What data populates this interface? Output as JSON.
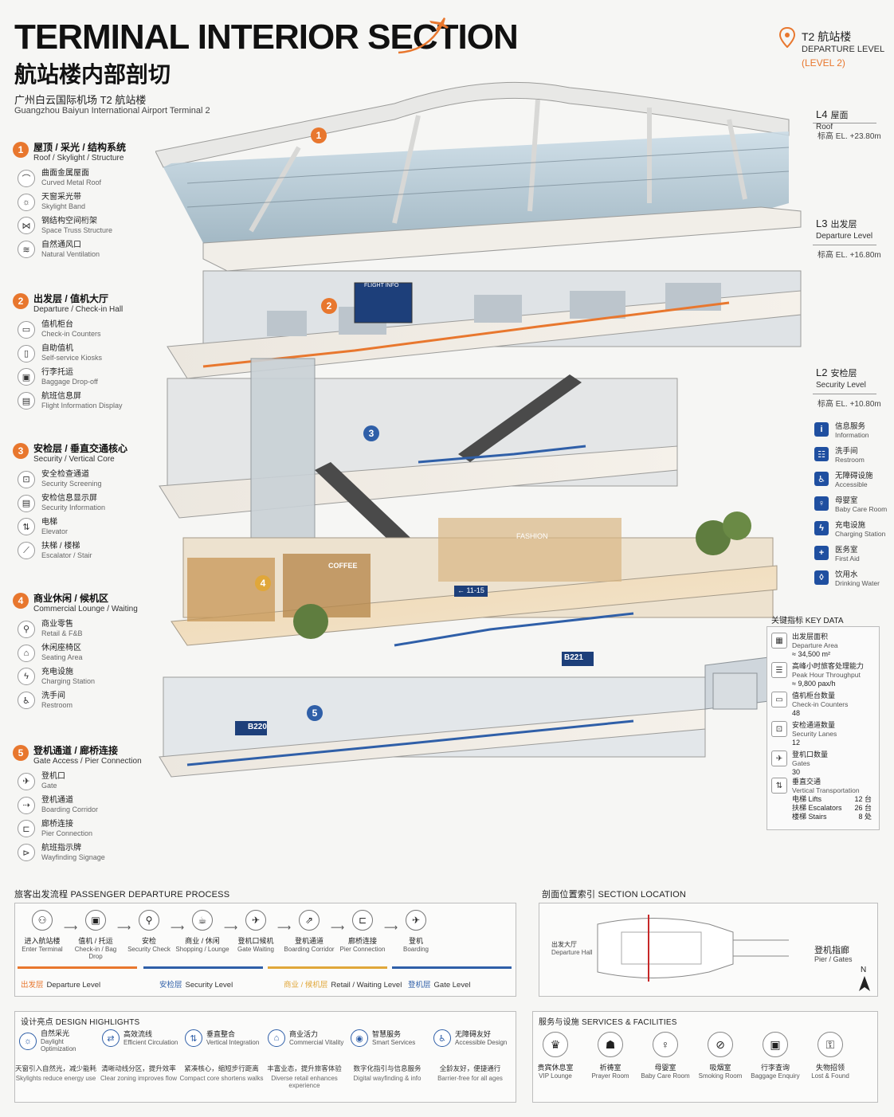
{
  "header": {
    "title": "TERMINAL INTERIOR SECTION",
    "title_cn": "航站楼内部剖切",
    "airport_cn": "广州白云国际机场 T2 航站楼",
    "airport_en": "Guangzhou Baiyun International Airport Terminal 2"
  },
  "top_right": {
    "terminal": "T2 航站楼",
    "level_name": "DEPARTURE LEVEL",
    "level_num": "(LEVEL 2)"
  },
  "categories": [
    {
      "num": "1",
      "title_cn": "屋顶 / 采光 / 结构系统",
      "title_en": "Roof / Skylight / Structure",
      "items": [
        {
          "cn": "曲面金属屋面",
          "en": "Curved Metal Roof",
          "icon": "⌒"
        },
        {
          "cn": "天窗采光带",
          "en": "Skylight Band",
          "icon": "☼"
        },
        {
          "cn": "钢结构空间桁架",
          "en": "Space Truss Structure",
          "icon": "⋈"
        },
        {
          "cn": "自然通风口",
          "en": "Natural Ventilation",
          "icon": "≋"
        }
      ]
    },
    {
      "num": "2",
      "title_cn": "出发层 / 值机大厅",
      "title_en": "Departure / Check-in Hall",
      "items": [
        {
          "cn": "值机柜台",
          "en": "Check-in Counters",
          "icon": "▭"
        },
        {
          "cn": "自助值机",
          "en": "Self-service Kiosks",
          "icon": "▯"
        },
        {
          "cn": "行李托运",
          "en": "Baggage Drop-off",
          "icon": "▣"
        },
        {
          "cn": "航班信息屏",
          "en": "Flight Information Display",
          "icon": "▤"
        }
      ]
    },
    {
      "num": "3",
      "title_cn": "安检层 / 垂直交通核心",
      "title_en": "Security / Vertical Core",
      "items": [
        {
          "cn": "安全检查通道",
          "en": "Security Screening",
          "icon": "⊡"
        },
        {
          "cn": "安检信息显示屏",
          "en": "Security Information",
          "icon": "▤"
        },
        {
          "cn": "电梯",
          "en": "Elevator",
          "icon": "⇅"
        },
        {
          "cn": "扶梯 / 楼梯",
          "en": "Escalator / Stair",
          "icon": "⟋"
        }
      ]
    },
    {
      "num": "4",
      "title_cn": "商业休闲 / 候机区",
      "title_en": "Commercial Lounge / Waiting",
      "items": [
        {
          "cn": "商业零售",
          "en": "Retail & F&B",
          "icon": "⚲"
        },
        {
          "cn": "休闲座椅区",
          "en": "Seating Area",
          "icon": "⌂"
        },
        {
          "cn": "充电设施",
          "en": "Charging Station",
          "icon": "ϟ"
        },
        {
          "cn": "洗手间",
          "en": "Restroom",
          "icon": "♿"
        }
      ]
    },
    {
      "num": "5",
      "title_cn": "登机通道 / 廊桥连接",
      "title_en": "Gate Access / Pier Connection",
      "items": [
        {
          "cn": "登机口",
          "en": "Gate",
          "icon": "✈"
        },
        {
          "cn": "登机通道",
          "en": "Boarding Corridor",
          "icon": "⇢"
        },
        {
          "cn": "廊桥连接",
          "en": "Pier Connection",
          "icon": "⊏"
        },
        {
          "cn": "航班指示牌",
          "en": "Wayfinding Signage",
          "icon": "⊳"
        }
      ]
    }
  ],
  "levels": [
    {
      "code": "L4",
      "cn": "屋面",
      "en": "Roof",
      "el": "标高 EL. +23.80m"
    },
    {
      "code": "L3",
      "cn": "出发层",
      "en": "Departure Level",
      "el": "标高 EL. +16.80m"
    },
    {
      "code": "L2",
      "cn": "安检层",
      "en": "Security Level",
      "el": "标高 EL. +10.80m"
    }
  ],
  "facilities": [
    {
      "cn": "信息服务",
      "en": "Information",
      "icon": "i"
    },
    {
      "cn": "洗手间",
      "en": "Restroom",
      "icon": "☷"
    },
    {
      "cn": "无障碍设施",
      "en": "Accessible",
      "icon": "♿"
    },
    {
      "cn": "母婴室",
      "en": "Baby Care Room",
      "icon": "♀"
    },
    {
      "cn": "充电设施",
      "en": "Charging Station",
      "icon": "ϟ"
    },
    {
      "cn": "医务室",
      "en": "First Aid",
      "icon": "+"
    },
    {
      "cn": "饮用水",
      "en": "Drinking Water",
      "icon": "◊"
    }
  ],
  "key_data": {
    "title": "关键指标  KEY DATA",
    "items": [
      {
        "cn": "出发层面积",
        "en": "Departure Area",
        "value": "≈ 34,500 m²",
        "icon": "▦"
      },
      {
        "cn": "高峰小时旅客处理能力",
        "en": "Peak Hour Throughput",
        "value": "≈ 9,800 pax/h",
        "icon": "☰"
      },
      {
        "cn": "值机柜台数量",
        "en": "Check-in Counters",
        "value": "48",
        "icon": "▭"
      },
      {
        "cn": "安检通道数量",
        "en": "Security Lanes",
        "value": "12",
        "icon": "⊡"
      },
      {
        "cn": "登机口数量",
        "en": "Gates",
        "value": "30",
        "icon": "✈"
      }
    ],
    "vertical": {
      "cn": "垂直交通",
      "en": "Vertical Transportation",
      "rows": [
        {
          "label": "电梯 Lifts",
          "value": "12 台"
        },
        {
          "label": "扶梯 Escalators",
          "value": "26 台"
        },
        {
          "label": "楼梯 Stairs",
          "value": "8 处"
        }
      ]
    }
  },
  "process": {
    "title": "旅客出发流程  PASSENGER DEPARTURE PROCESS",
    "steps": [
      {
        "cn": "进入航站楼",
        "en": "Enter Terminal",
        "icon": "⚇"
      },
      {
        "cn": "值机 / 托运",
        "en": "Check-in / Bag Drop",
        "icon": "▣"
      },
      {
        "cn": "安检",
        "en": "Security Check",
        "icon": "⚲"
      },
      {
        "cn": "商业 / 休闲",
        "en": "Shopping / Lounge",
        "icon": "☕"
      },
      {
        "cn": "登机口候机",
        "en": "Gate Waiting",
        "icon": "✈"
      },
      {
        "cn": "登机通道",
        "en": "Boarding Corridor",
        "icon": "⇗"
      },
      {
        "cn": "廊桥连接",
        "en": "Pier Connection",
        "icon": "⊏"
      },
      {
        "cn": "登机",
        "en": "Boarding",
        "icon": "✈"
      }
    ],
    "phases": [
      {
        "cn": "出发层",
        "en": "Departure Level",
        "color": "#e8772e"
      },
      {
        "cn": "安检层",
        "en": "Security Level",
        "color": "#2f5fa8"
      },
      {
        "cn": "商业 / 候机层",
        "en": "Retail / Waiting Level",
        "color": "#e0a73a"
      },
      {
        "cn": "登机层",
        "en": "Gate Level",
        "color": "#2f5fa8"
      }
    ]
  },
  "section_location": {
    "title": "剖面位置索引  SECTION LOCATION",
    "hall_cn": "出发大厅",
    "hall_en": "Departure Hall",
    "pier_cn": "登机指廊",
    "pier_en": "Pier / Gates",
    "north": "N"
  },
  "highlights": {
    "title": "设计亮点  DESIGN HIGHLIGHTS",
    "items": [
      {
        "cn": "自然采光",
        "en": "Daylight Optimization",
        "desc_cn": "天窗引入自然光，减少能耗",
        "desc_en": "Skylights reduce energy use",
        "icon": "☼"
      },
      {
        "cn": "高效流线",
        "en": "Efficient Circulation",
        "desc_cn": "清晰动线分区，提升效率",
        "desc_en": "Clear zoning improves flow",
        "icon": "⇄"
      },
      {
        "cn": "垂直整合",
        "en": "Vertical Integration",
        "desc_cn": "紧凑核心，缩短步行距离",
        "desc_en": "Compact core shortens walks",
        "icon": "⇅"
      },
      {
        "cn": "商业活力",
        "en": "Commercial Vitality",
        "desc_cn": "丰富业态，提升旅客体验",
        "desc_en": "Diverse retail enhances experience",
        "icon": "⌂"
      },
      {
        "cn": "智慧服务",
        "en": "Smart Services",
        "desc_cn": "数字化指引与信息服务",
        "desc_en": "Digital wayfinding & info",
        "icon": "◉"
      },
      {
        "cn": "无障碍友好",
        "en": "Accessible Design",
        "desc_cn": "全龄友好，便捷通行",
        "desc_en": "Barrier-free for all ages",
        "icon": "♿"
      }
    ]
  },
  "services": {
    "title": "服务与设施  SERVICES & FACILITIES",
    "items": [
      {
        "cn": "贵宾休息室",
        "en": "VIP Lounge",
        "icon": "♛"
      },
      {
        "cn": "祈祷室",
        "en": "Prayer Room",
        "icon": "☗"
      },
      {
        "cn": "母婴室",
        "en": "Baby Care Room",
        "icon": "♀"
      },
      {
        "cn": "吸烟室",
        "en": "Smoking Room",
        "icon": "⊘"
      },
      {
        "cn": "行李查询",
        "en": "Baggage Enquiry",
        "icon": "▣"
      },
      {
        "cn": "失物招领",
        "en": "Lost & Found",
        "icon": "⚿"
      }
    ]
  },
  "diagram_labels": {
    "fid_board": "FLIGHT INFO",
    "coffee": "COFFEE",
    "fashion": "FASHION",
    "gate_b220": "B220",
    "gate_b221": "B221",
    "gate_sign": "← 11-15",
    "callouts": [
      "1",
      "2",
      "3",
      "4",
      "5"
    ]
  },
  "colors": {
    "accent": "#e8772e",
    "blue": "#2f5fa8",
    "gold": "#e0a73a"
  }
}
